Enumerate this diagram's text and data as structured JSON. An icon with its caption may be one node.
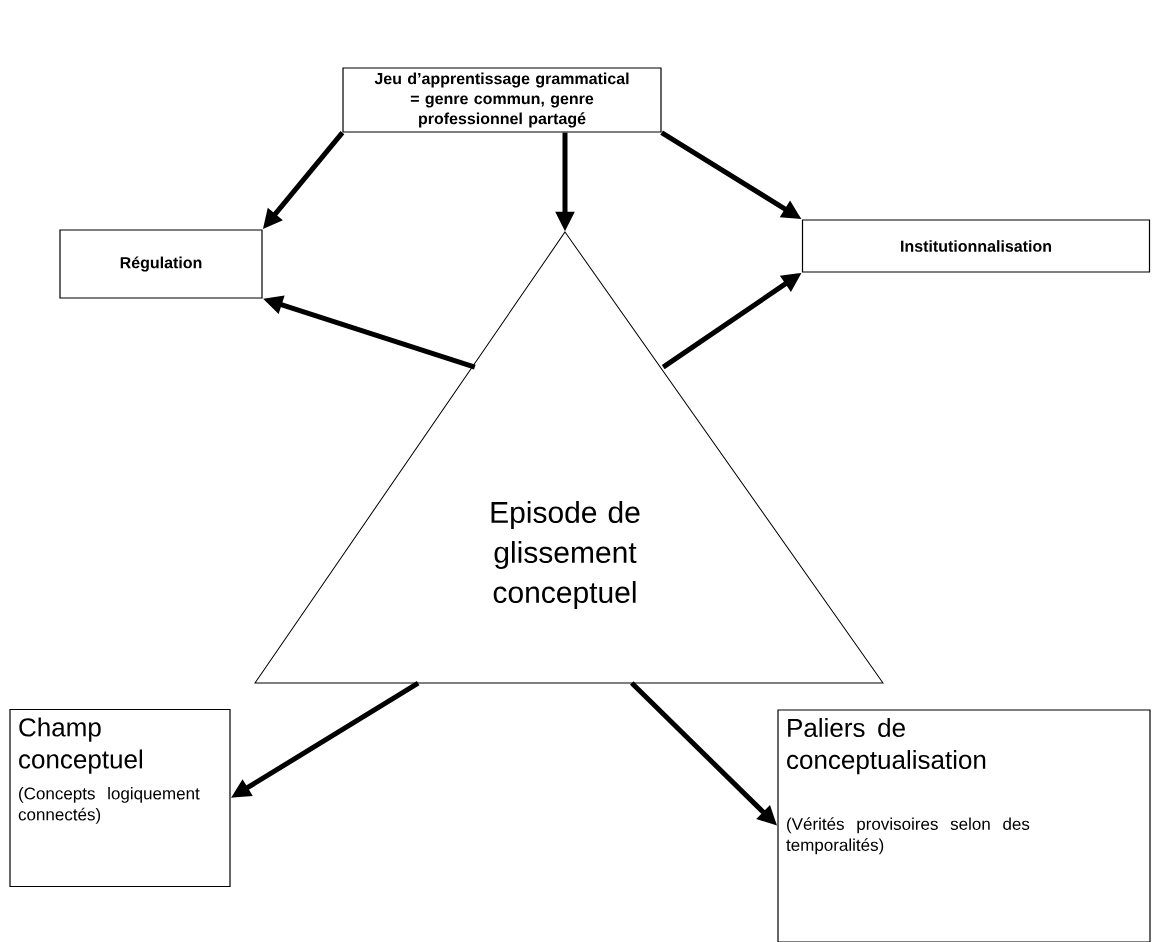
{
  "diagram": {
    "nodes": [
      {
        "text": [
          "Jeu d’apprentissage grammatical = genre commun, genre professionnel partagé"
        ]
      },
      {
        "text": [
          "Régulation"
        ]
      },
      {
        "text": [
          "Institutionnalisation"
        ]
      },
      {
        "text": [
          "Episode de glissement conceptuel"
        ]
      },
      {
        "text": [
          "Champ conceptuel",
          "(Concepts logiquement connectés)"
        ]
      },
      {
        "text": [
          "Paliers de conceptualisation",
          "(Vérités provisoires selon des temporalités)"
        ]
      }
    ],
    "edges": [
      {
        "from": 0,
        "to": 1,
        "arrow": "to"
      },
      {
        "from": 0,
        "to": 3,
        "arrow": "to"
      },
      {
        "from": 0,
        "to": 2,
        "arrow": "to"
      },
      {
        "from": 3,
        "to": 1,
        "arrow": "to"
      },
      {
        "from": 3,
        "to": 2,
        "arrow": "to"
      },
      {
        "from": 3,
        "to": 4,
        "arrow": "to"
      },
      {
        "from": 3,
        "to": 5,
        "arrow": "to"
      }
    ]
  }
}
